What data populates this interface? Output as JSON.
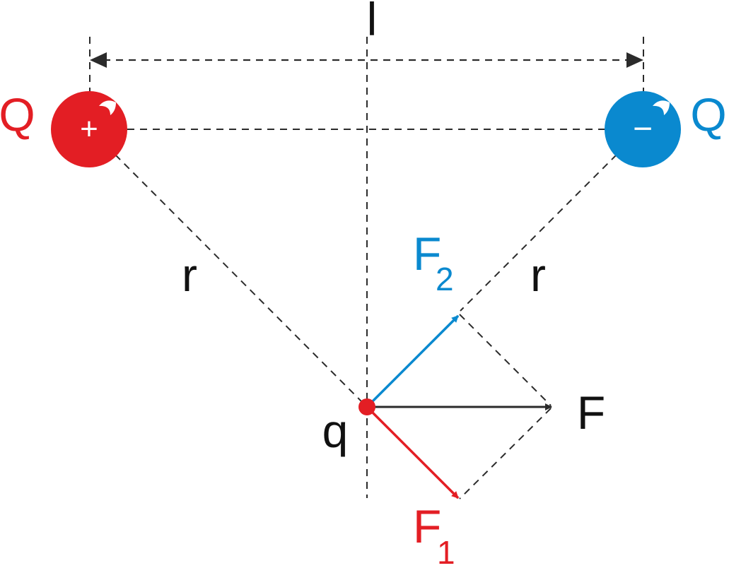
{
  "colors": {
    "positive": "#e31e24",
    "negative": "#0a89cf",
    "line": "#2b2b2b",
    "text": "#111111"
  },
  "labels": {
    "distance": "l",
    "charge_left": "Q",
    "charge_right": "Q",
    "plus_sign": "+",
    "minus_sign": "−",
    "radius_left": "r",
    "radius_right": "r",
    "test_charge": "q",
    "resultant_force": "F",
    "force1_main": "F",
    "force1_sub": "1",
    "force2_main": "F",
    "force2_sub": "2"
  }
}
